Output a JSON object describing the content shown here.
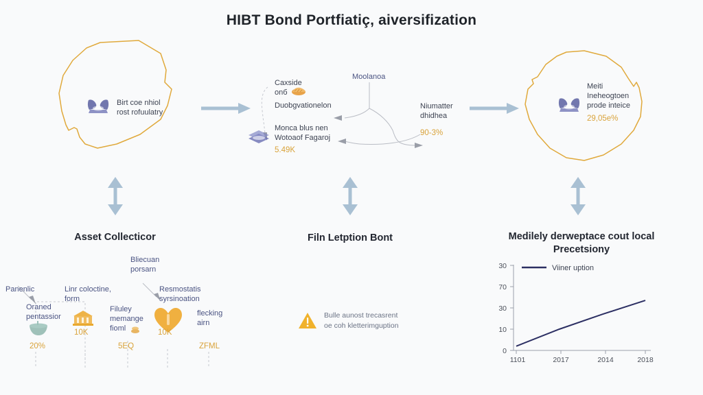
{
  "page": {
    "title": "HIBT Bond Portfiatiç, aiversifization",
    "background_color": "#f9fafb",
    "accent_amber": "#e0a93b",
    "accent_blue": "#4a5382",
    "arrow_color": "#a9c0d3"
  },
  "top_row": {
    "left_blob": {
      "icon": "bond-shield-icon",
      "label": "Birt coe nhiol\nrost rofuulatry"
    },
    "middle_cluster": {
      "top_label": "Moolanoa",
      "node_a": {
        "icon": "bread-icon",
        "label": "Caxside\nonб",
        "sub_label": "Duobgvationelon"
      },
      "node_b": {
        "icon": "layers-icon",
        "label": "Monca blus nen\nWotoaof Fagaroj",
        "value": "5.49K"
      },
      "node_c": {
        "label": "Niumatter\ndhidhea",
        "value": "90-3%"
      }
    },
    "right_blob": {
      "icon": "bond-shield-icon",
      "label": "Meiti\nIneheogtoen\nprode inteice",
      "value": "29,05e%"
    },
    "arrows": [
      {
        "name": "arrow-left-to-middle",
        "direction": "right"
      },
      {
        "name": "arrow-middle-to-right",
        "direction": "right"
      }
    ],
    "vertical_arrows": [
      {
        "name": "vertical-arrow-left",
        "direction": "both"
      },
      {
        "name": "vertical-arrow-middle",
        "direction": "both"
      },
      {
        "name": "vertical-arrow-right",
        "direction": "both"
      }
    ]
  },
  "bottom_left": {
    "heading": "Asset Collecticor",
    "labels": {
      "l1": "Panenlic",
      "l2": "Oraned\npentassior",
      "l3": "Linr coloctine,\nform",
      "l4": "Bliecuan\nporsarn",
      "l5": "Resmostatis\nsyrsinoation",
      "l6": "Filuley\nmemange\nfioml",
      "l7": "flecking\nairn"
    },
    "values": {
      "v1": "20%",
      "v2": "10K",
      "v3": "5EQ",
      "v4": "10K",
      "v5": "ZFML"
    },
    "icons": {
      "i1": "bowl-icon",
      "i2": "bank-icon",
      "i3": "coins-icon",
      "i4": "heart-icon"
    }
  },
  "bottom_middle": {
    "heading": "Filn Letption Bont",
    "warning_icon": "warning-triangle-icon",
    "warning_text": "Bulle aunost trecasrent\noe coh kletterimguption"
  },
  "bottom_right": {
    "heading": "Medilely derweptace cout local\nPrecetsiony"
  },
  "chart_data": {
    "type": "line",
    "title": "Medilely derweptace cout local Precetsiony",
    "xlabel": "",
    "ylabel": "",
    "x_tick_labels": [
      "1101",
      "2017",
      "2014",
      "2018"
    ],
    "y_tick_labels": [
      "0",
      "10",
      "30",
      "70",
      "30"
    ],
    "y_tick_values": [
      0,
      10,
      20,
      30,
      40
    ],
    "ylim": [
      0,
      40
    ],
    "grid": false,
    "legend_position": "top-left-inside",
    "series": [
      {
        "name": "Viiner uption",
        "color": "#2c2f63",
        "x": [
          0,
          1,
          2,
          3
        ],
        "values": [
          2.0,
          10.0,
          17.0,
          23.5
        ]
      }
    ]
  }
}
